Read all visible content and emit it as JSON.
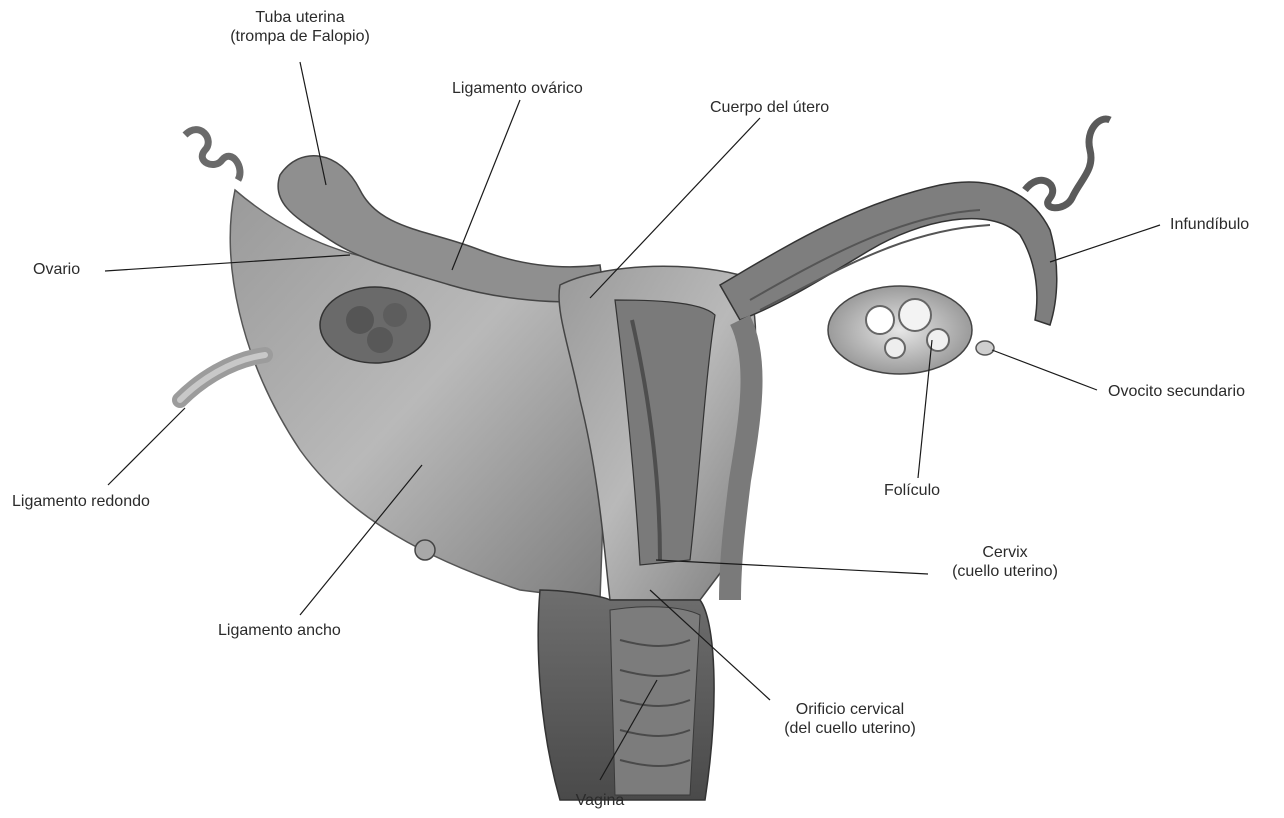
{
  "labels": {
    "tuba_line1": "Tuba uterina",
    "tuba_line2": "(trompa de Falopio)",
    "ligamento_ovarico": "Ligamento ovárico",
    "cuerpo_utero": "Cuerpo del útero",
    "infundibulo": "Infundíbulo",
    "ovario": "Ovario",
    "ovocito": "Ovocito secundario",
    "ligamento_redondo": "Ligamento redondo",
    "foliculo": "Folículo",
    "cervix_line1": "Cervix",
    "cervix_line2": "(cuello uterino)",
    "ligamento_ancho": "Ligamento ancho",
    "orificio_line1": "Orificio cervical",
    "orificio_line2": "(del cuello uterino)",
    "vagina": "Vagina"
  },
  "colors": {
    "tissue_light": "#b4b4b4",
    "tissue_mid": "#8a8a8a",
    "tissue_dark": "#555555",
    "leader_line": "#1a1a1a",
    "label_text": "#2b2b2b"
  }
}
